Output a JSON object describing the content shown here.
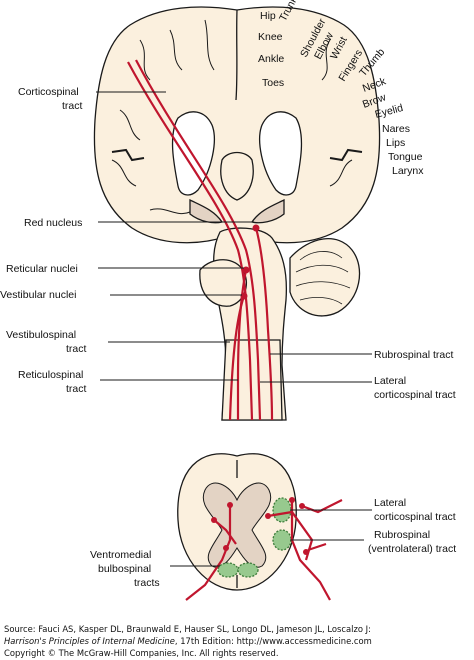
{
  "homunculus": {
    "hip": "Hip",
    "trunk": "Trunk",
    "knee": "Knee",
    "shoulder": "Shoulder",
    "elbow": "Elbow",
    "wrist": "Wrist",
    "ankle": "Ankle",
    "fingers": "Fingers",
    "thumb": "Thumb",
    "toes": "Toes",
    "neck": "Neck",
    "brow": "Brow",
    "eyelid": "Eyelid",
    "nares": "Nares",
    "lips": "Lips",
    "tongue": "Tongue",
    "larynx": "Larynx"
  },
  "labels": {
    "corticospinal_1": "Corticospinal",
    "corticospinal_2": "tract",
    "red_nucleus": "Red nucleus",
    "reticular_nuclei": "Reticular nuclei",
    "vestibular_nuclei": "Vestibular nuclei",
    "vestibulospinal_1": "Vestibulospinal",
    "vestibulospinal_2": "tract",
    "reticulospinal_1": "Reticulospinal",
    "reticulospinal_2": "tract",
    "rubrospinal": "Rubrospinal tract",
    "lateral_cs_1": "Lateral",
    "lateral_cs_2": "corticospinal tract",
    "cord_lateral_cs_1": "Lateral",
    "cord_lateral_cs_2": "corticospinal tract",
    "cord_rubrospinal_1": "Rubrospinal",
    "cord_rubrospinal_2": "(ventrolateral) tract",
    "ventromedial_1": "Ventromedial",
    "ventromedial_2": "bulbospinal",
    "ventromedial_3": "tracts"
  },
  "footer": {
    "source_line1": "Source: Fauci AS, Kasper DL, Braunwald E, Hauser SL, Longo DL, Jameson JL, Loscalzo J:",
    "book_title": "Harrison's Principles of Internal Medicine",
    "source_line2_rest": ", 17th Edition: http://www.accessmedicine.com",
    "copyright": "Copyright © The McGraw-Hill Companies, Inc. All rights reserved."
  },
  "colors": {
    "tract": "#c0162e",
    "brain_fill": "#fbf0de",
    "deep_fill": "#e3d3c4",
    "ventral_fill": "#97c98e",
    "outline": "#1a1a1a"
  }
}
